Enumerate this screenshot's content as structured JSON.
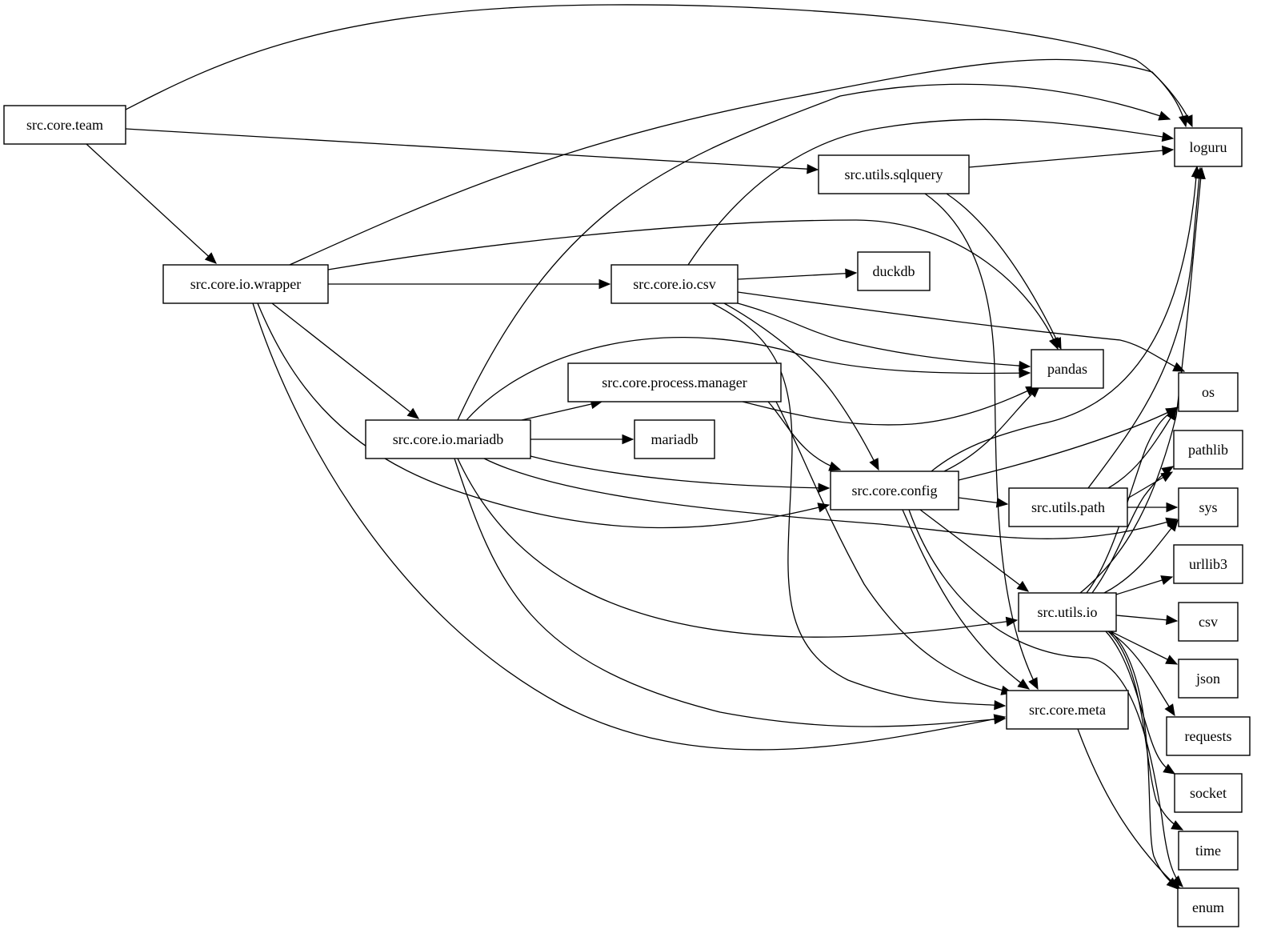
{
  "graph": {
    "type": "dependency-graph",
    "direction": "left-to-right",
    "nodes": [
      {
        "id": "team",
        "label": "src.core.team"
      },
      {
        "id": "wrapper",
        "label": "src.core.io.wrapper"
      },
      {
        "id": "mariadb_mod",
        "label": "src.core.io.mariadb"
      },
      {
        "id": "process",
        "label": "src.core.process.manager"
      },
      {
        "id": "csv_mod",
        "label": "src.core.io.csv"
      },
      {
        "id": "mariadb",
        "label": "mariadb"
      },
      {
        "id": "duckdb",
        "label": "duckdb"
      },
      {
        "id": "sqlquery",
        "label": "src.utils.sqlquery"
      },
      {
        "id": "config",
        "label": "src.core.config"
      },
      {
        "id": "pandas",
        "label": "pandas"
      },
      {
        "id": "upath",
        "label": "src.utils.path"
      },
      {
        "id": "uio",
        "label": "src.utils.io"
      },
      {
        "id": "meta",
        "label": "src.core.meta"
      },
      {
        "id": "loguru",
        "label": "loguru"
      },
      {
        "id": "os",
        "label": "os"
      },
      {
        "id": "pathlib",
        "label": "pathlib"
      },
      {
        "id": "sys",
        "label": "sys"
      },
      {
        "id": "urllib3",
        "label": "urllib3"
      },
      {
        "id": "csv",
        "label": "csv"
      },
      {
        "id": "json",
        "label": "json"
      },
      {
        "id": "requests",
        "label": "requests"
      },
      {
        "id": "socket",
        "label": "socket"
      },
      {
        "id": "time",
        "label": "time"
      },
      {
        "id": "enum",
        "label": "enum"
      }
    ],
    "edges": [
      {
        "from": "team",
        "to": "loguru"
      },
      {
        "from": "team",
        "to": "sqlquery"
      },
      {
        "from": "team",
        "to": "wrapper"
      },
      {
        "from": "wrapper",
        "to": "loguru"
      },
      {
        "from": "wrapper",
        "to": "pandas"
      },
      {
        "from": "wrapper",
        "to": "csv_mod"
      },
      {
        "from": "wrapper",
        "to": "mariadb_mod"
      },
      {
        "from": "wrapper",
        "to": "config"
      },
      {
        "from": "wrapper",
        "to": "meta"
      },
      {
        "from": "mariadb_mod",
        "to": "loguru"
      },
      {
        "from": "mariadb_mod",
        "to": "pandas"
      },
      {
        "from": "mariadb_mod",
        "to": "process"
      },
      {
        "from": "mariadb_mod",
        "to": "mariadb"
      },
      {
        "from": "mariadb_mod",
        "to": "config"
      },
      {
        "from": "mariadb_mod",
        "to": "sys"
      },
      {
        "from": "mariadb_mod",
        "to": "uio"
      },
      {
        "from": "mariadb_mod",
        "to": "meta"
      },
      {
        "from": "process",
        "to": "pandas"
      },
      {
        "from": "process",
        "to": "config"
      },
      {
        "from": "process",
        "to": "meta"
      },
      {
        "from": "csv_mod",
        "to": "loguru"
      },
      {
        "from": "csv_mod",
        "to": "duckdb"
      },
      {
        "from": "csv_mod",
        "to": "os"
      },
      {
        "from": "csv_mod",
        "to": "pandas"
      },
      {
        "from": "csv_mod",
        "to": "config"
      },
      {
        "from": "csv_mod",
        "to": "meta"
      },
      {
        "from": "sqlquery",
        "to": "loguru"
      },
      {
        "from": "sqlquery",
        "to": "pandas"
      },
      {
        "from": "sqlquery",
        "to": "meta"
      },
      {
        "from": "config",
        "to": "pandas"
      },
      {
        "from": "config",
        "to": "loguru"
      },
      {
        "from": "config",
        "to": "os"
      },
      {
        "from": "config",
        "to": "upath"
      },
      {
        "from": "config",
        "to": "uio"
      },
      {
        "from": "config",
        "to": "meta"
      },
      {
        "from": "config",
        "to": "enum"
      },
      {
        "from": "upath",
        "to": "loguru"
      },
      {
        "from": "upath",
        "to": "os"
      },
      {
        "from": "upath",
        "to": "pathlib"
      },
      {
        "from": "upath",
        "to": "sys"
      },
      {
        "from": "uio",
        "to": "loguru"
      },
      {
        "from": "uio",
        "to": "os"
      },
      {
        "from": "uio",
        "to": "pathlib"
      },
      {
        "from": "uio",
        "to": "sys"
      },
      {
        "from": "uio",
        "to": "urllib3"
      },
      {
        "from": "uio",
        "to": "csv"
      },
      {
        "from": "uio",
        "to": "json"
      },
      {
        "from": "uio",
        "to": "requests"
      },
      {
        "from": "uio",
        "to": "socket"
      },
      {
        "from": "uio",
        "to": "time"
      },
      {
        "from": "uio",
        "to": "enum"
      },
      {
        "from": "meta",
        "to": "enum"
      }
    ]
  }
}
